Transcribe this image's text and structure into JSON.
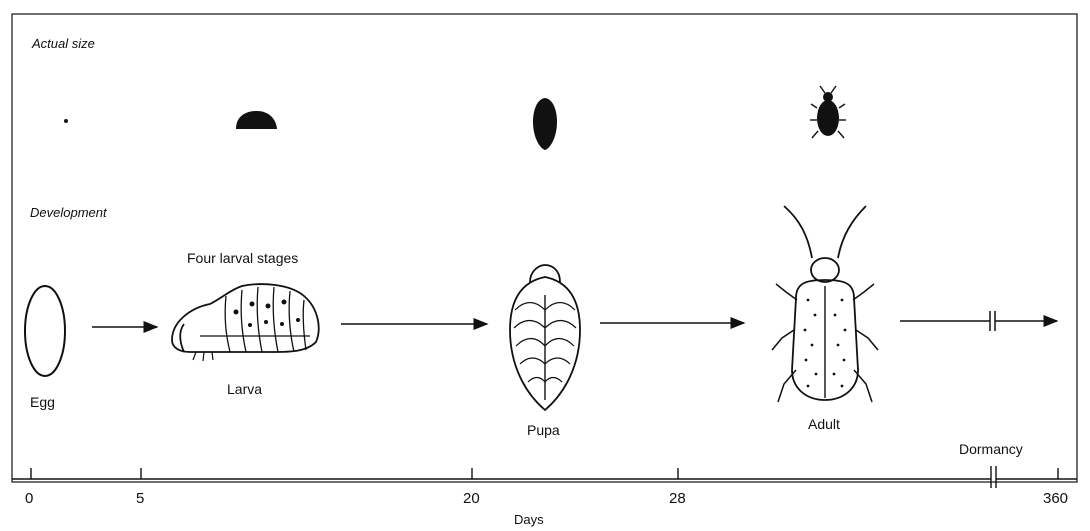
{
  "section_labels": {
    "actual_size": "Actual size",
    "development": "Development"
  },
  "stage_labels": {
    "four_larval_stages": "Four larval stages",
    "egg": "Egg",
    "larva": "Larva",
    "pupa": "Pupa",
    "adult": "Adult",
    "dormancy": "Dormancy"
  },
  "axis": {
    "xlabel": "Days",
    "ticks": [
      "0",
      "5",
      "20",
      "28",
      "360"
    ]
  },
  "colors": {
    "ink": "#111111",
    "background": "#ffffff"
  }
}
